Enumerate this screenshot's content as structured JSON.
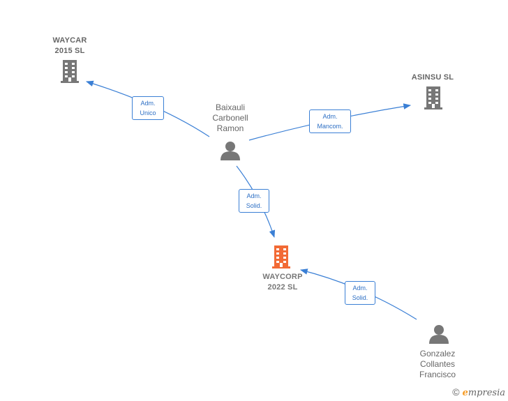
{
  "nodes": {
    "waycar": {
      "line1": "WAYCAR",
      "line2": "2015  SL"
    },
    "asinsu": {
      "line1": "ASINSU SL"
    },
    "waycorp": {
      "line1": "WAYCORP",
      "line2": "2022  SL"
    },
    "baixauli": {
      "line1": "Baixauli",
      "line2": "Carbonell",
      "line3": "Ramon"
    },
    "gonzalez": {
      "line1": "Gonzalez",
      "line2": "Collantes",
      "line3": "Francisco"
    }
  },
  "edges": {
    "baixauli_waycar": {
      "line1": "Adm.",
      "line2": "Unico"
    },
    "baixauli_asinsu": {
      "line1": "Adm.",
      "line2": "Mancom."
    },
    "baixauli_waycorp": {
      "line1": "Adm.",
      "line2": "Solid."
    },
    "gonzalez_waycorp": {
      "line1": "Adm.",
      "line2": "Solid."
    }
  },
  "colors": {
    "edge": "#3a7fd5",
    "company": "#777777",
    "company_highlight": "#f26a35",
    "person": "#777777"
  },
  "icons": {
    "company": "building-icon",
    "person": "person-icon"
  },
  "footer": {
    "copyright": "©",
    "brand_initial": "e",
    "brand_rest": "mpresia"
  }
}
